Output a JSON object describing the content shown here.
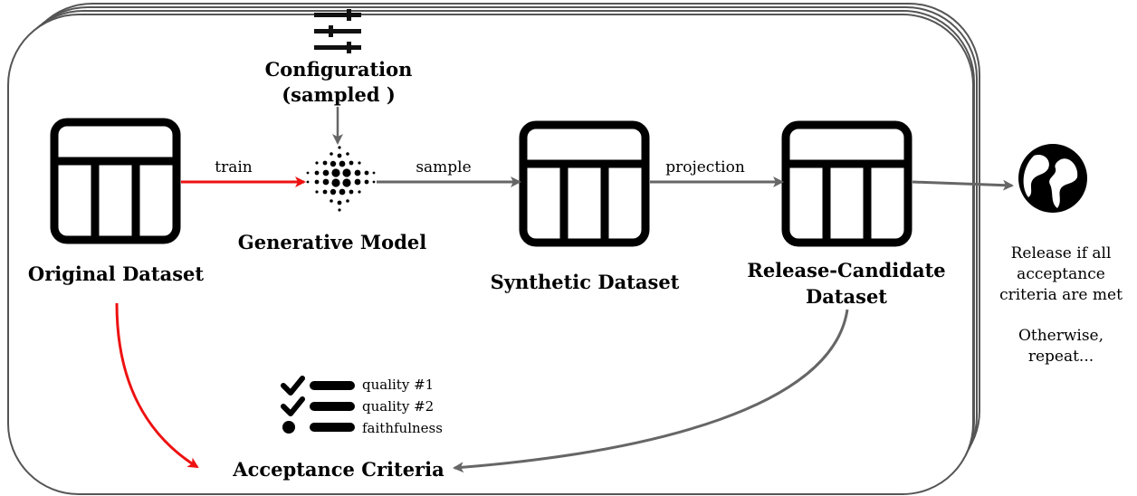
{
  "nodes": {
    "config": {
      "line1": "Configuration",
      "line2": "(sampled )"
    },
    "original": {
      "label": "Original Dataset"
    },
    "generative": {
      "label": "Generative Model"
    },
    "synthetic": {
      "label": "Synthetic Dataset"
    },
    "release_candidate": {
      "line1": "Release-Candidate",
      "line2": "Dataset"
    },
    "acceptance": {
      "label": "Acceptance Criteria"
    }
  },
  "edges": {
    "train": "train",
    "sample": "sample",
    "projection": "projection"
  },
  "criteria": [
    "quality #1",
    "quality #2",
    "faithfulness"
  ],
  "release_note": {
    "lines": [
      "Release if all",
      "acceptance",
      "criteria are met"
    ],
    "otherwise": [
      "Otherwise,",
      "repeat..."
    ]
  },
  "colors": {
    "red_arrow": "#ee1111",
    "gray_arrow": "#666666",
    "frame": "#555555"
  },
  "icons": [
    "sliders-icon",
    "table-icon",
    "dots-cluster-icon",
    "globe-icon",
    "checklist-icon"
  ]
}
